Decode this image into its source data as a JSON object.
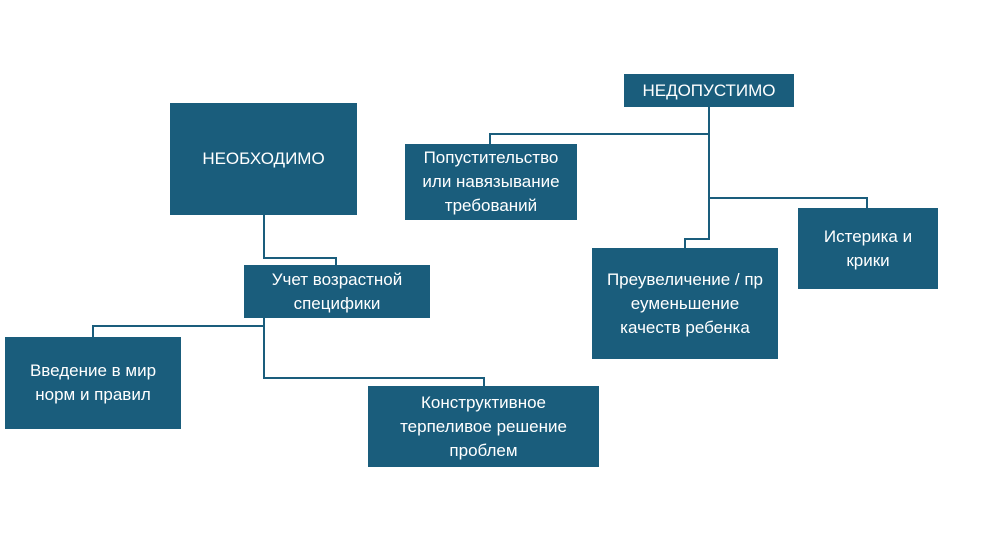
{
  "colors": {
    "box_fill": "#1a5d7c",
    "box_text": "#ffffff",
    "connector": "#1a5d7c",
    "background": "#ffffff"
  },
  "left_tree": {
    "root": "НЕОБХОДИМО",
    "mid": "Учет   возрастной\nспецифики",
    "left_leaf": "Введение   в  мир\nнорм   и  правил",
    "right_leaf": "Конструктивное\nтерпеливое   решение\nпроблем"
  },
  "right_tree": {
    "root": "НЕДОПУСТИМО",
    "leaf_1": "Попустительство\nили   навязывание\nтребований",
    "leaf_2": "Преувеличение / пр\nеуменьшение\nкачеств   ребенка",
    "leaf_3": "Истерика    и\nкрики"
  }
}
